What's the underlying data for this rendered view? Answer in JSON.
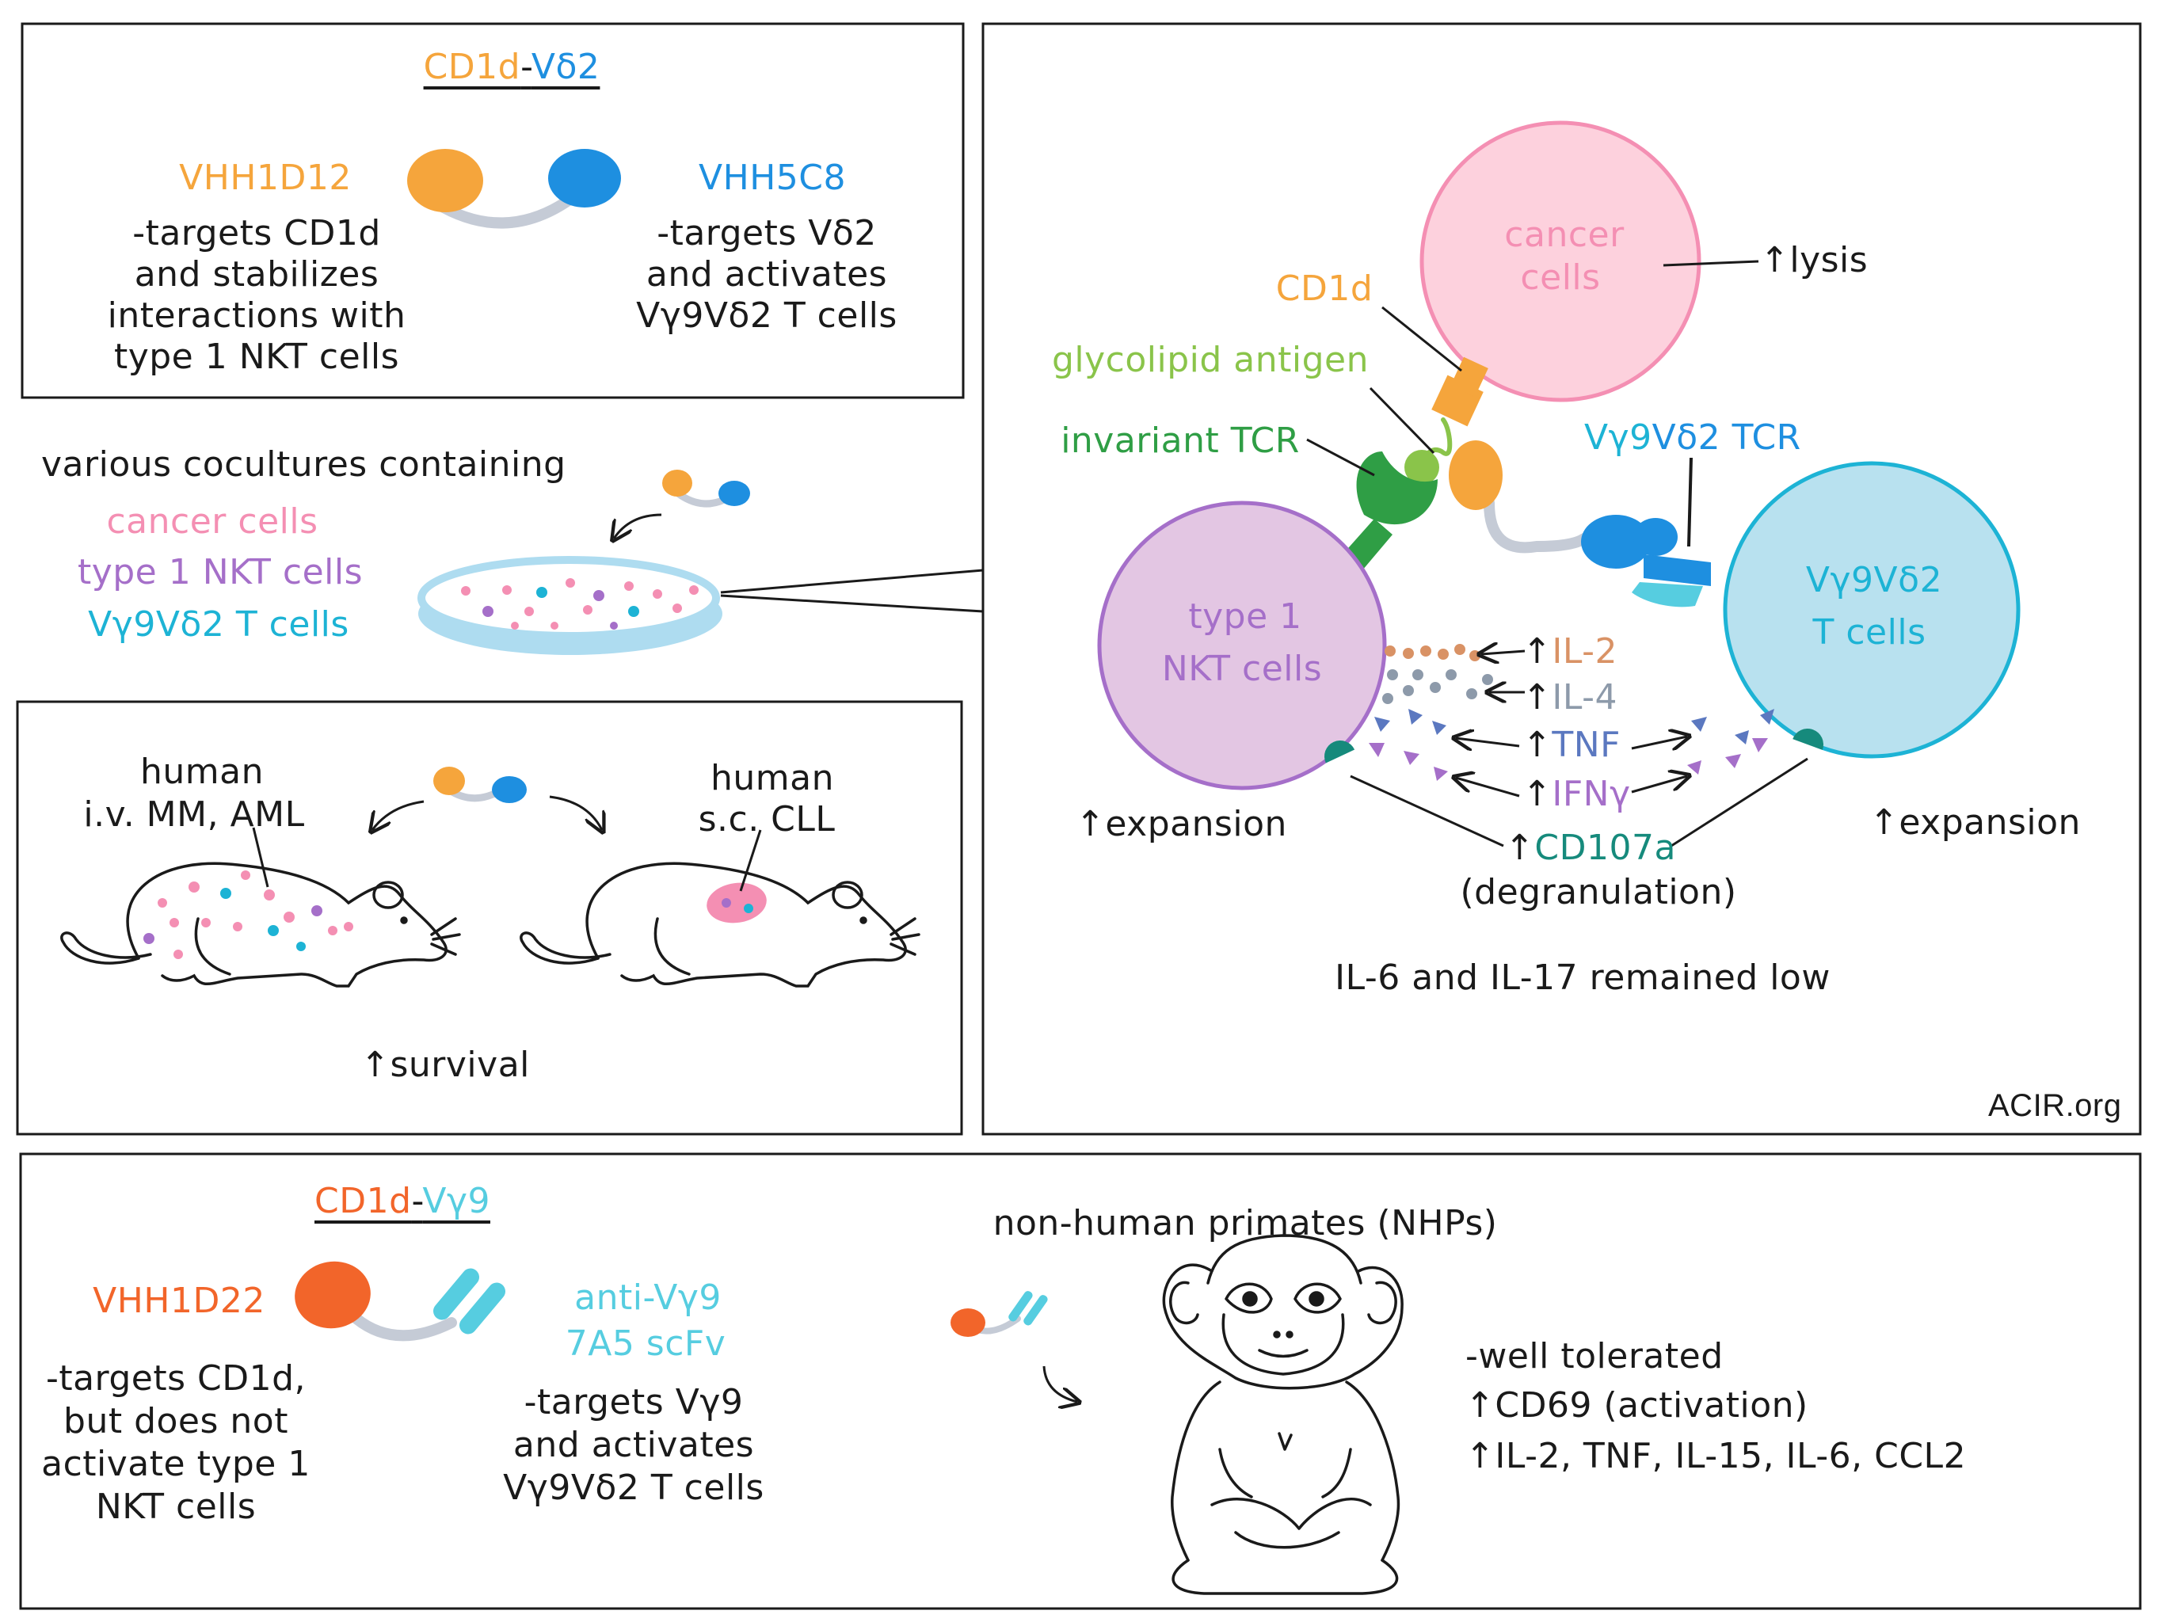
{
  "panel_top_left": {
    "title_part1": "CD1d",
    "title_sep": "-",
    "title_part2": "Vδ2",
    "left_name": "VHH1D12",
    "left_desc": [
      "-targets CD1d",
      "and stabilizes",
      "interactions with",
      "type 1 NKT cells"
    ],
    "right_name": "VHH5C8",
    "right_desc": [
      "-targets Vδ2",
      "and activates",
      "Vγ9Vδ2 T cells"
    ]
  },
  "coculture": {
    "heading": "various cocultures containing",
    "item1": "cancer cells",
    "item2": "type 1 NKT cells",
    "item3": "Vγ9Vδ2 T cells"
  },
  "panel_mice": {
    "label_left": [
      "human",
      "i.v. MM, AML"
    ],
    "label_right": [
      "human",
      "s.c. CLL"
    ],
    "outcome": "↑survival"
  },
  "panel_mechanism": {
    "cancer_label": [
      "cancer",
      "cells"
    ],
    "lysis": "↑lysis",
    "cd1d": "CD1d",
    "glycolipid": "glycolipid antigen",
    "invariant_tcr": "invariant TCR",
    "vg9_tcr_part1": "Vγ9",
    "vg9_tcr_part2": "Vδ2 TCR",
    "nkt_label": [
      "type 1",
      "NKT cells"
    ],
    "vg9_label": [
      "Vγ9Vδ2",
      "T cells"
    ],
    "il2": "IL-2",
    "il4": "IL-4",
    "tnf": "TNF",
    "ifn": "IFNγ",
    "cd107a": "CD107a",
    "degranulation": "(degranulation)",
    "up_arrow": "↑",
    "expansion_left": "↑expansion",
    "expansion_right": "↑expansion",
    "note": "IL-6 and IL-17 remained low",
    "credit": "ACIR.org"
  },
  "panel_bottom": {
    "title_part1": "CD1d",
    "title_sep": "-",
    "title_part2": "Vγ9",
    "left_name": "VHH1D22",
    "left_desc": [
      "-targets CD1d,",
      "but does not",
      "activate type 1",
      "NKT cells"
    ],
    "right_name": [
      "anti-Vγ9",
      "7A5 scFv"
    ],
    "right_desc": [
      "-targets Vγ9",
      "and activates",
      "Vγ9Vδ2 T cells"
    ],
    "nhp_heading": "non-human primates (NHPs)",
    "results": [
      "-well tolerated",
      "↑CD69 (activation)",
      "↑IL-2, TNF, IL-15, IL-6, CCL2"
    ]
  },
  "colors": {
    "cd1d_orange": "#f5a53c",
    "vd2_blue": "#1e8fe0",
    "cancer_pink": "#f48fb3",
    "nkt_purple": "#a56fc9",
    "vg9_cyan": "#1db3d5",
    "vhh1d22_red": "#f2652a"
  }
}
